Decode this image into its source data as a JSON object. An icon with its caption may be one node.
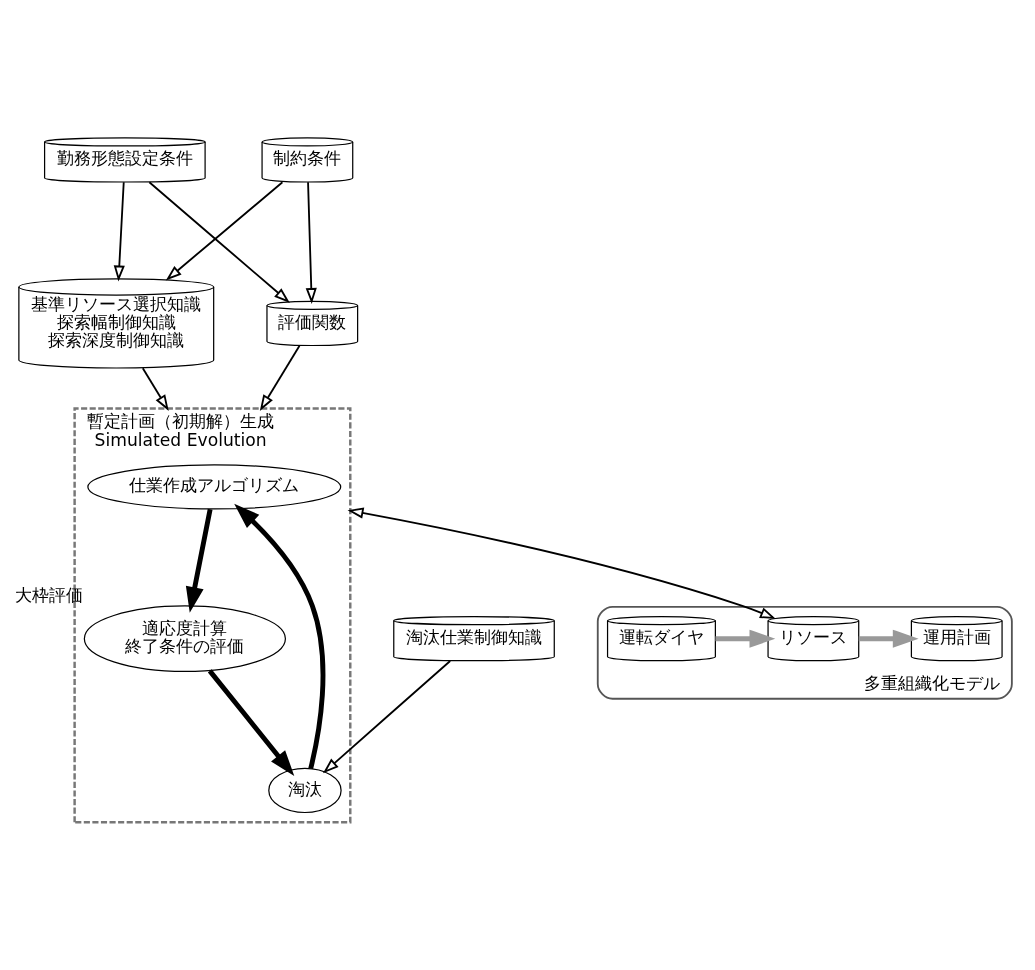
{
  "diagram": {
    "nodes": [
      {
        "text": [
          "基準リソース選択知識",
          "探索幅制御知識",
          "探索深度制御知識"
        ]
      },
      {
        "text": [
          "勤務形態設定条件"
        ]
      },
      {
        "text": [
          "制約条件"
        ]
      },
      {
        "text": [
          "評価関数"
        ]
      },
      {
        "text": [
          "暫定計画（初期解）生成",
          "Simulated Evolution"
        ]
      },
      {
        "text": [
          "仕業作成アルゴリズム"
        ],
        "in": 4
      },
      {
        "text": [
          "適応度計算",
          "終了条件の評価"
        ],
        "in": 4,
        "beside": [
          "大枠評価"
        ]
      },
      {
        "text": [
          "淘汰"
        ],
        "in": 4
      },
      {
        "text": [
          "淘汰仕業制御知識"
        ]
      },
      {
        "text": [
          "多重組織化モデル"
        ]
      },
      {
        "text": [
          "運転ダイヤ"
        ],
        "in": 9
      },
      {
        "text": [
          "リソース"
        ],
        "in": 9
      },
      {
        "text": [
          "運用計画"
        ],
        "in": 9
      }
    ],
    "edges": [
      {
        "from": 1,
        "to": 0,
        "arrow": "to"
      },
      {
        "from": 2,
        "to": 0,
        "arrow": "to"
      },
      {
        "from": 1,
        "to": 3,
        "arrow": "to"
      },
      {
        "from": 2,
        "to": 3,
        "arrow": "to"
      },
      {
        "from": 0,
        "to": 4,
        "arrow": "to"
      },
      {
        "from": 3,
        "to": 4,
        "arrow": "to"
      },
      {
        "from": 5,
        "to": 6,
        "arrow": "to",
        "style": "thick"
      },
      {
        "from": 6,
        "to": 7,
        "arrow": "to",
        "style": "thick"
      },
      {
        "from": 7,
        "to": 5,
        "arrow": "to",
        "style": "thick"
      },
      {
        "from": 8,
        "to": 7,
        "arrow": "to"
      },
      {
        "from": 4,
        "to": 11,
        "arrow": "both"
      },
      {
        "from": 10,
        "to": 11,
        "arrow": "to",
        "style": "thick",
        "color": "#999999"
      },
      {
        "from": 11,
        "to": 12,
        "arrow": "to",
        "style": "thick",
        "color": "#999999"
      }
    ]
  }
}
